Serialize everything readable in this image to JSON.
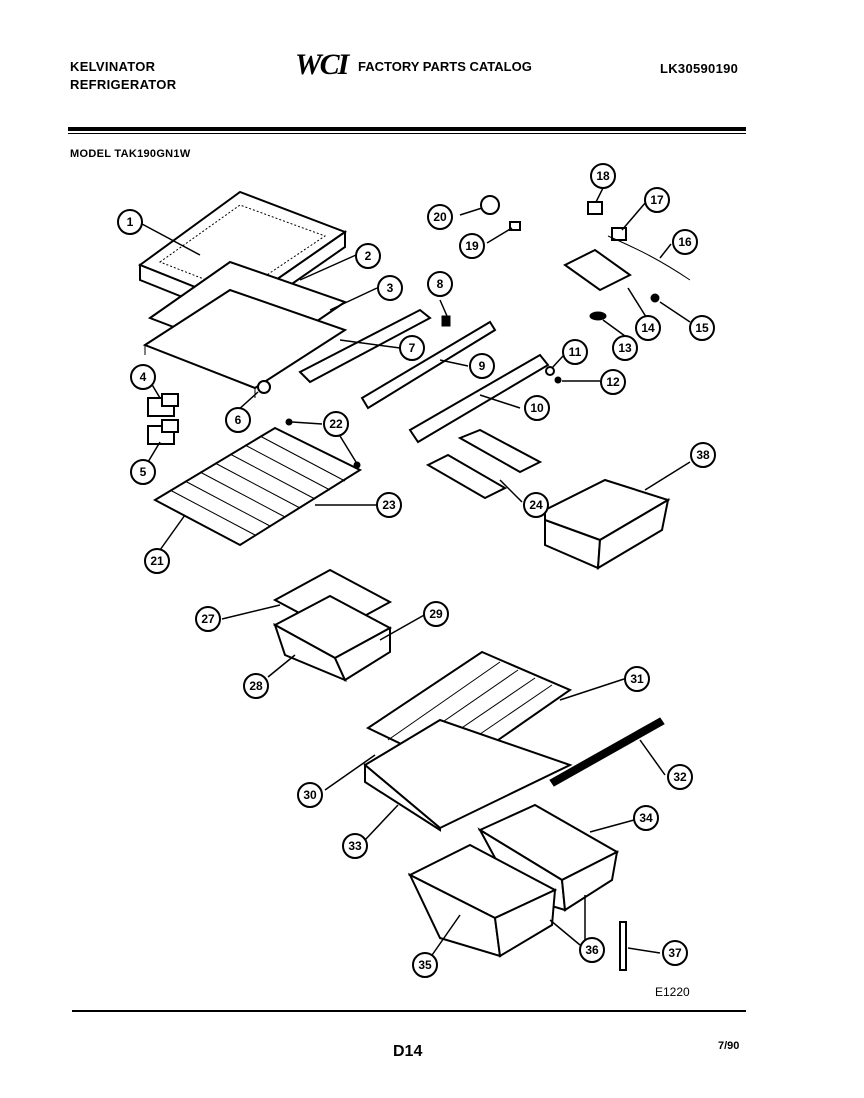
{
  "header": {
    "brand": "KELVINATOR",
    "product": "REFRIGERATOR",
    "logo": "WCI",
    "catalog_title": "FACTORY PARTS CATALOG",
    "catalog_code": "LK30590190",
    "model": "MODEL TAK190GN1W"
  },
  "callouts": [
    "1",
    "2",
    "3",
    "4",
    "5",
    "6",
    "7",
    "8",
    "9",
    "10",
    "11",
    "12",
    "13",
    "14",
    "15",
    "16",
    "17",
    "18",
    "19",
    "20",
    "21",
    "22",
    "23",
    "24",
    "27",
    "28",
    "29",
    "30",
    "31",
    "32",
    "33",
    "34",
    "35",
    "36",
    "37",
    "38"
  ],
  "footer": {
    "drawing_code": "E1220",
    "page": "D14",
    "date": "7/90"
  }
}
